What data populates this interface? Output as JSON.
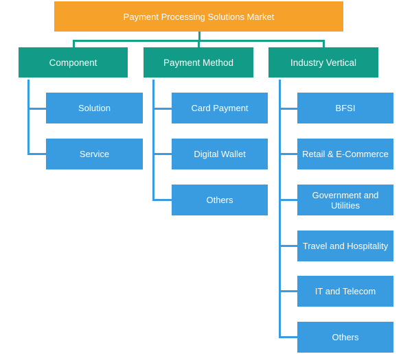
{
  "root": {
    "label": "Payment Processing Solutions Market"
  },
  "categories": [
    {
      "label": "Component",
      "items": [
        "Solution",
        "Service"
      ]
    },
    {
      "label": "Payment Method",
      "items": [
        "Card Payment",
        "Digital Wallet",
        "Others"
      ]
    },
    {
      "label": "Industry Vertical",
      "items": [
        "BFSI",
        "Retail & E-Commerce",
        "Government and Utilities",
        "Travel and Hospitality",
        "IT and Telecom",
        "Others"
      ]
    }
  ],
  "colors": {
    "root_fill": "#f5a12a",
    "category_fill": "#129b86",
    "item_fill": "#3a9ce0",
    "root_connector": "#17a085",
    "item_connector": "#3a9ce0"
  }
}
